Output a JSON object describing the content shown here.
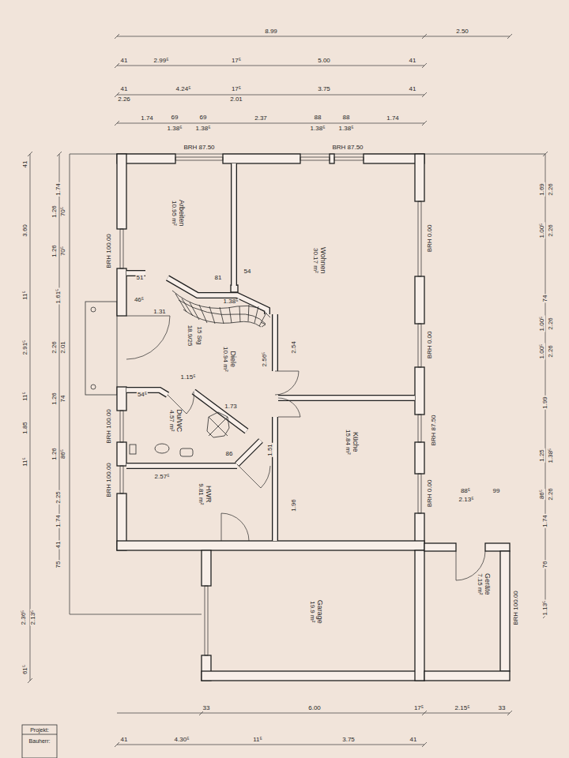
{
  "diagram": {
    "nodes": [
      {
        "text": [
          "Arbeiten",
          "10.95 m²"
        ]
      },
      {
        "text": [
          "Wohnen",
          "30.17 m²"
        ]
      },
      {
        "text": [
          "Diele",
          "10.94 m²"
        ]
      },
      {
        "text": [
          "Du/WC",
          "4.57 m²"
        ]
      },
      {
        "text": [
          "HWR",
          "9.81 m²"
        ]
      },
      {
        "text": [
          "Küche",
          "15.84 m²"
        ]
      },
      {
        "text": [
          "Garage",
          "19.9 m²"
        ]
      },
      {
        "text": [
          "Geräte",
          "7.15 m²"
        ]
      }
    ],
    "labels": [
      "8.99",
      "2.50",
      "41",
      "2.99⁵",
      "17⁵",
      "5.00",
      "41",
      "41",
      "2.26",
      "4.24⁵",
      "17⁵",
      "2.01",
      "3.75",
      "41",
      "1.74",
      "69",
      "1.38⁵",
      "69",
      "1.38⁵",
      "2.37",
      "88",
      "1.38⁵",
      "88",
      "1.38⁵",
      "1.74",
      "33",
      "6.00",
      "17⁵",
      "2.15⁵",
      "33",
      "41",
      "4.30⁵",
      "11⁵",
      "3.75",
      "41",
      "41",
      "3.60",
      "11⁵",
      "2.91⁵",
      "11⁵",
      "1.85",
      "11⁵",
      "2.36⁵",
      "2.13⁵",
      "61⁵",
      "1.74",
      "70⁵",
      "1.26",
      "70⁵",
      "1.26",
      "1.61⁵",
      "2.01",
      "2.26",
      "74",
      "1.26",
      "86⁵",
      "1.26",
      "2.25",
      "1.74",
      "41",
      "75",
      "1.69",
      "2.26",
      "1.00⁵",
      "2.26",
      "74",
      "1.00⁵",
      "2.26",
      "1.00⁵",
      "2.26",
      "1.99",
      "1.25",
      "1.38⁵",
      "86⁵",
      "2.26",
      "1.74",
      "76",
      "1.13⁵",
      "BRH 87.50",
      "BRH 87.50",
      "BRH 100.00",
      "BRH 0.00",
      "BRH 0.00",
      "BRH 87.50",
      "BRH 0.00",
      "BRH 100.00",
      "BRH 100.00",
      "BRH 100.00",
      "51",
      "81",
      "54",
      "46⁵",
      "1.31",
      "1.38⁵",
      "15 Stg",
      "18.9/25",
      "2.54",
      "2.56⁵",
      "1.15⁵",
      "54⁵",
      "1.73",
      "1.51",
      "86",
      "2.57⁵",
      "1.96",
      "88⁵",
      "2.13⁵",
      "99",
      "Projekt:",
      "Bauherr:"
    ]
  }
}
